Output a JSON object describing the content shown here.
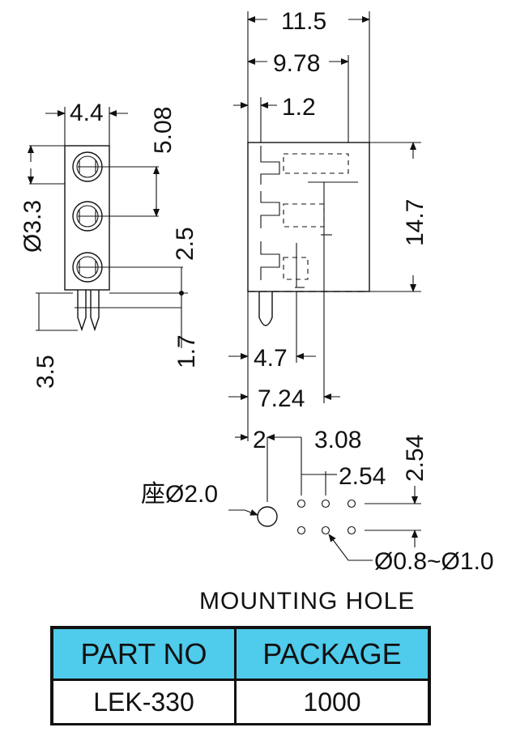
{
  "dimensions": {
    "total_width": "11.5",
    "width_9_78": "9.78",
    "offset_1_2": "1.2",
    "height_14_7": "14.7",
    "pin_4_7": "4.7",
    "pin_7_24": "7.24",
    "width_4_4": "4.4",
    "pitch_5_08": "5.08",
    "pitch_2_5": "2.5",
    "led_diameter": "Ø3.3",
    "pin_length_3_5": "3.5",
    "pin_1_7": "1.7",
    "hole_offset_2": "2",
    "hole_offset_3_08": "3.08",
    "hole_pitch_x": "2.54",
    "hole_pitch_y": "2.54",
    "boss_hole": "座Ø2.0",
    "pin_hole": "Ø0.8~Ø1.0"
  },
  "mounting_hole_title": "MOUNTING HOLE",
  "table": {
    "headers": [
      "PART NO",
      "PACKAGE"
    ],
    "rows": [
      [
        "LEK-330",
        "1000"
      ]
    ],
    "header_color": "#4fcbec"
  }
}
